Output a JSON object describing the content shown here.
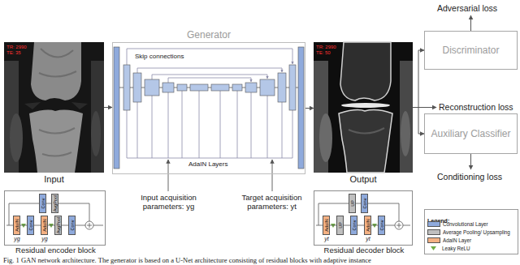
{
  "diagram": {
    "caption": "Fig. 1 GAN network architecture. The generator is based on a U-Net architecture consisting of residual blocks with adaptive instance",
    "nodes": [
      {
        "text": [
          "Generator"
        ]
      },
      {
        "text": [
          "TR: 2990",
          "TE: 35",
          "Input"
        ]
      },
      {
        "text": [
          "TR: 2990",
          "TE: 50",
          "Output"
        ]
      },
      {
        "text": [
          "Discriminator"
        ]
      },
      {
        "text": [
          "Auxiliary Classifier"
        ]
      },
      {
        "text": [
          "Residual encoder block"
        ]
      },
      {
        "text": [
          "Conv"
        ],
        "in": 5
      },
      {
        "text": [
          "AvgPool"
        ],
        "in": 5
      },
      {
        "text": [
          "AdaIN"
        ],
        "in": 5
      },
      {
        "text": [
          "Conv"
        ],
        "in": 5
      },
      {
        "text": [
          "AdaIN"
        ],
        "in": 5
      },
      {
        "text": [
          "AvgPool"
        ],
        "in": 5
      },
      {
        "text": [
          "Conv"
        ],
        "in": 5
      },
      {
        "text": [
          "Residual decoder block"
        ]
      },
      {
        "text": [
          "UP"
        ],
        "in": 13
      },
      {
        "text": [
          "Conv"
        ],
        "in": 13
      },
      {
        "text": [
          "AdaIN"
        ],
        "in": 13
      },
      {
        "text": [
          "UP"
        ],
        "in": 13
      },
      {
        "text": [
          "Conv"
        ],
        "in": 13
      },
      {
        "text": [
          "AdaIN"
        ],
        "in": 13
      },
      {
        "text": [
          "Conv"
        ],
        "in": 13
      }
    ],
    "edges": [
      {
        "from": 1,
        "to": 0,
        "arrow": "to"
      },
      {
        "from": 0,
        "to": 2,
        "arrow": "to"
      },
      {
        "from": 2,
        "to": 3,
        "arrow": "to"
      },
      {
        "from": 2,
        "to": 4,
        "arrow": "to"
      },
      {
        "from": 6,
        "to": 7,
        "arrow": "none"
      },
      {
        "from": 8,
        "to": 9,
        "arrow": "none"
      },
      {
        "from": 9,
        "to": 10,
        "arrow": "none"
      },
      {
        "from": 10,
        "to": 11,
        "arrow": "none"
      },
      {
        "from": 11,
        "to": 12,
        "arrow": "none"
      },
      {
        "from": 14,
        "to": 15,
        "arrow": "none"
      },
      {
        "from": 16,
        "to": 17,
        "arrow": "none"
      },
      {
        "from": 17,
        "to": 18,
        "arrow": "none"
      },
      {
        "from": 18,
        "to": 19,
        "arrow": "none"
      },
      {
        "from": 19,
        "to": 20,
        "arrow": "none"
      }
    ],
    "labels": [
      "Skip connections",
      "AdaIN Layers",
      "Input acquisition parameters: yg",
      "Target acquisition parameters: yt",
      "Adversarial loss",
      "Reconstruction loss",
      "Conditioning loss",
      "yg",
      "yg",
      "yt",
      "yt",
      "Legend:"
    ],
    "legend": [
      {
        "text": "Convolutional Layer",
        "color": "#8faadc"
      },
      {
        "text": "Average Pooling/ Upsampling",
        "color": "#bfbfbf"
      },
      {
        "text": "AdaIN Layer",
        "color": "#f4b183"
      },
      {
        "text": "Leaky ReLU"
      }
    ]
  }
}
